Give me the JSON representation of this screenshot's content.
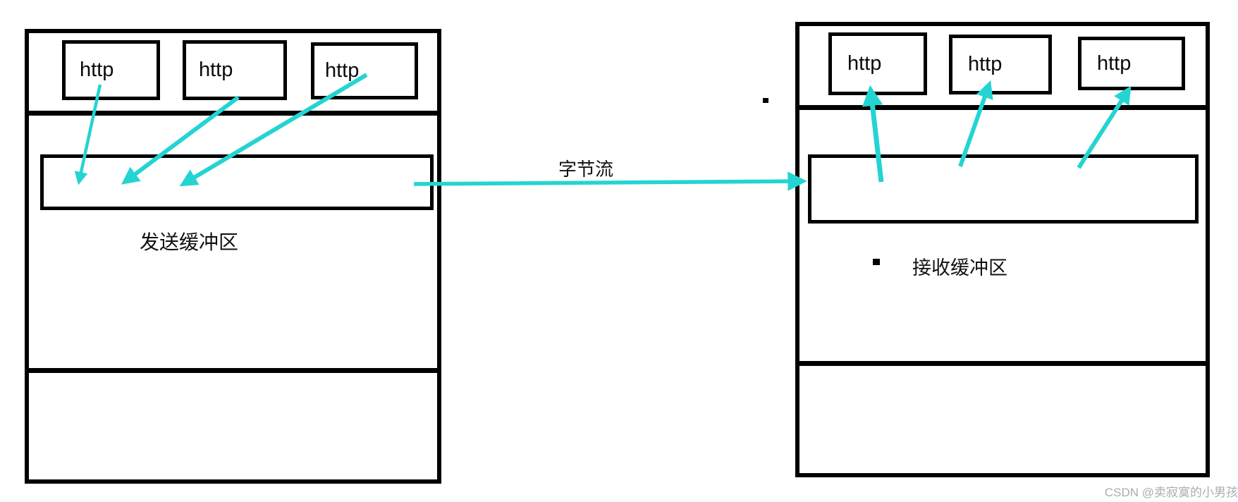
{
  "sender": {
    "http_labels": [
      "http",
      "http",
      "http"
    ],
    "buffer_label": "发送缓冲区"
  },
  "receiver": {
    "http_labels": [
      "http",
      "http",
      "http"
    ],
    "buffer_label": "接收缓冲区"
  },
  "stream": {
    "label": "字节流"
  },
  "watermark": {
    "text": "CSDN @卖寂寞的小男孩"
  },
  "colors": {
    "arrow": "#24d4d2",
    "line": "#000000",
    "watermark_text": "#a9acb0"
  }
}
